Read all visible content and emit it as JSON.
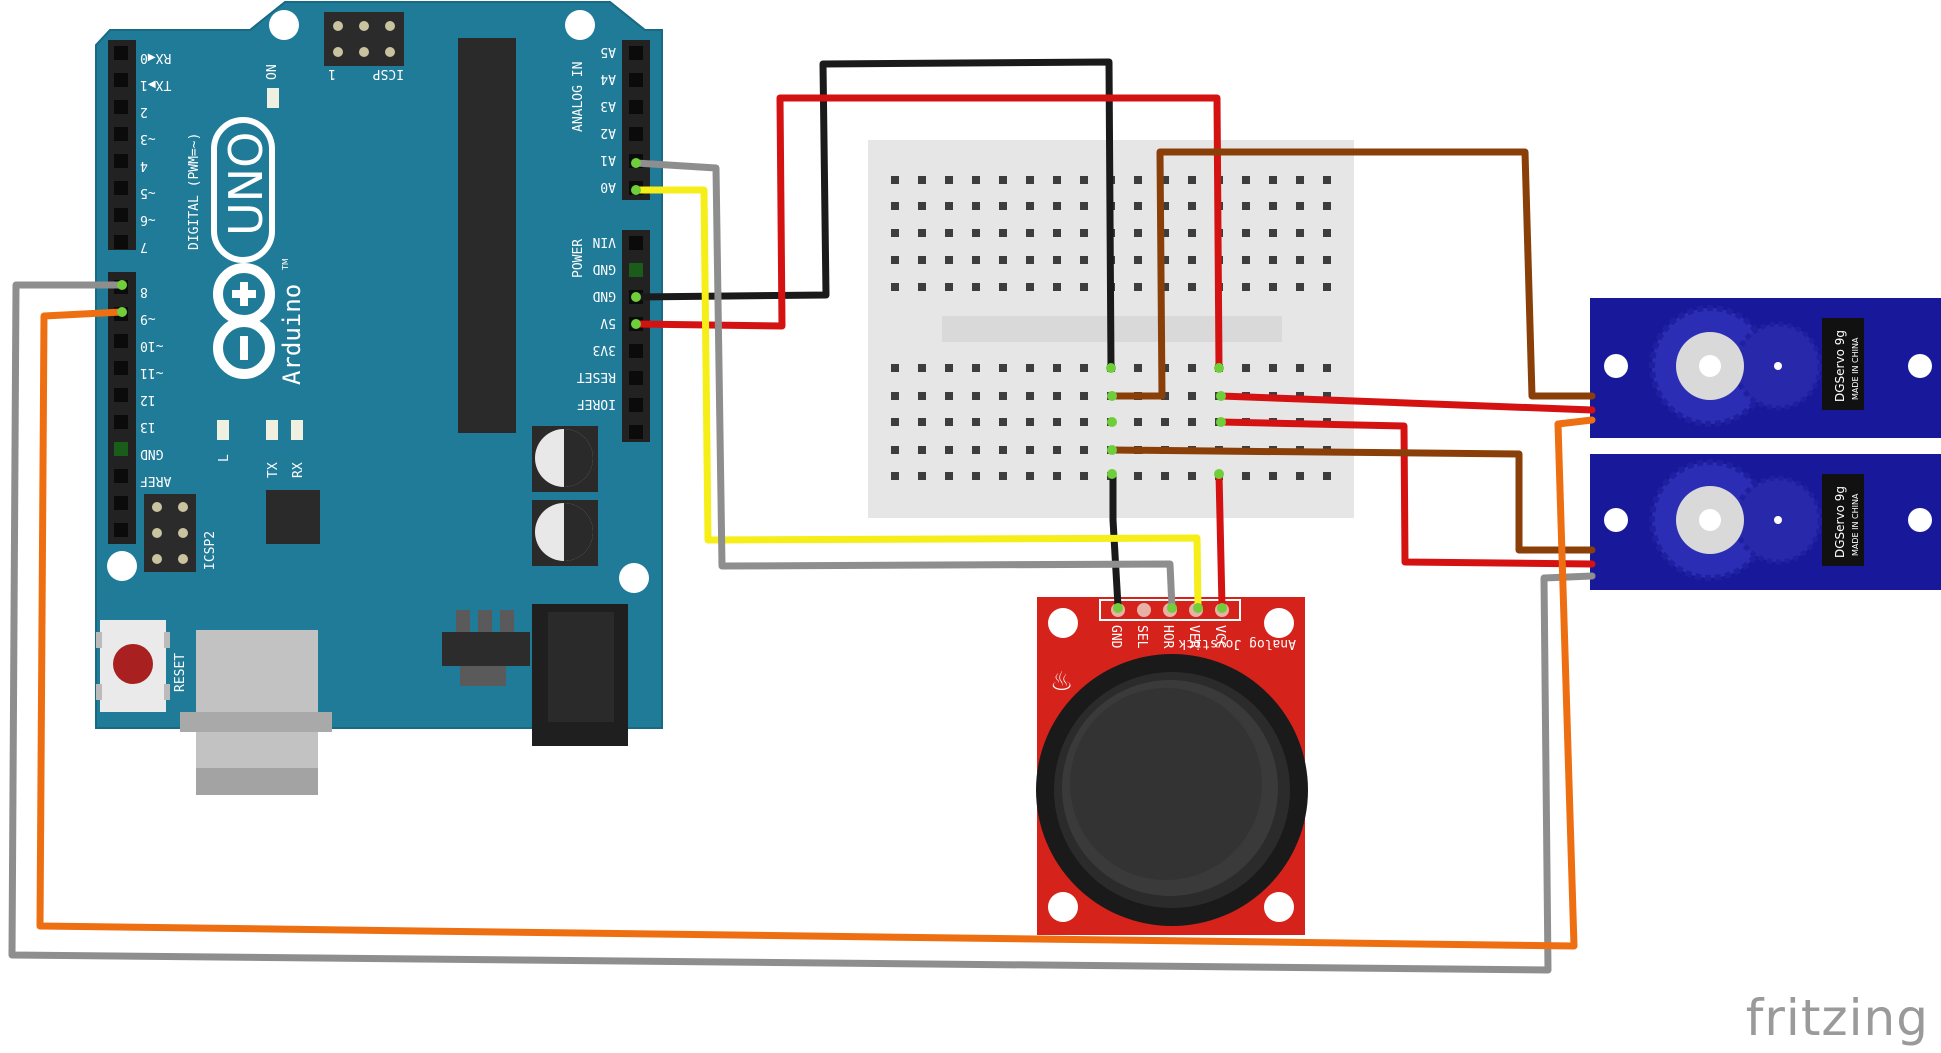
{
  "brand": "fritzing",
  "colors": {
    "arduino": "#1f7b98",
    "breadboard": "#e6e6e6",
    "joystick": "#d5221b",
    "servo": "#17199a",
    "wire_black": "#1a1a1a",
    "wire_red": "#d51212",
    "wire_brown": "#8a3f08",
    "wire_yellow": "#f5ee18",
    "wire_gray": "#8e8e8e",
    "wire_orange": "#ee6f12"
  },
  "arduino": {
    "model": "UNO",
    "brand_text": "Arduino",
    "tm": "TM",
    "on_label": "ON",
    "icsp_label": "ICSP",
    "icsp_one": "1",
    "icsp2_label": "ICSP2",
    "reset_label": "RESET",
    "digital_label": "DIGITAL (PWM=~)",
    "analog_label": "ANALOG IN",
    "power_label": "POWER",
    "led_l": "L",
    "led_tx": "TX",
    "led_rx": "RX",
    "digital_pins": [
      "RX◀0",
      "TX▶1",
      "2",
      "~3",
      "4",
      "~5",
      "~6",
      "7",
      "8",
      "~9",
      "~10",
      "~11",
      "12",
      "13",
      "GND",
      "AREF"
    ],
    "right_pins": [
      "A5",
      "A4",
      "A3",
      "A2",
      "A1",
      "A0",
      "VIN",
      "GND",
      "GND",
      "5V",
      "3V3",
      "RESET",
      "IOREF"
    ]
  },
  "joystick": {
    "pins": [
      "GND",
      "SEL",
      "HOR",
      "VER",
      "VCC"
    ],
    "title": "Analog Joystick"
  },
  "servos": [
    {
      "model": "DGServo 9g",
      "origin": "MADE IN CHINA"
    },
    {
      "model": "DGServo 9g",
      "origin": "MADE IN CHINA"
    }
  ]
}
